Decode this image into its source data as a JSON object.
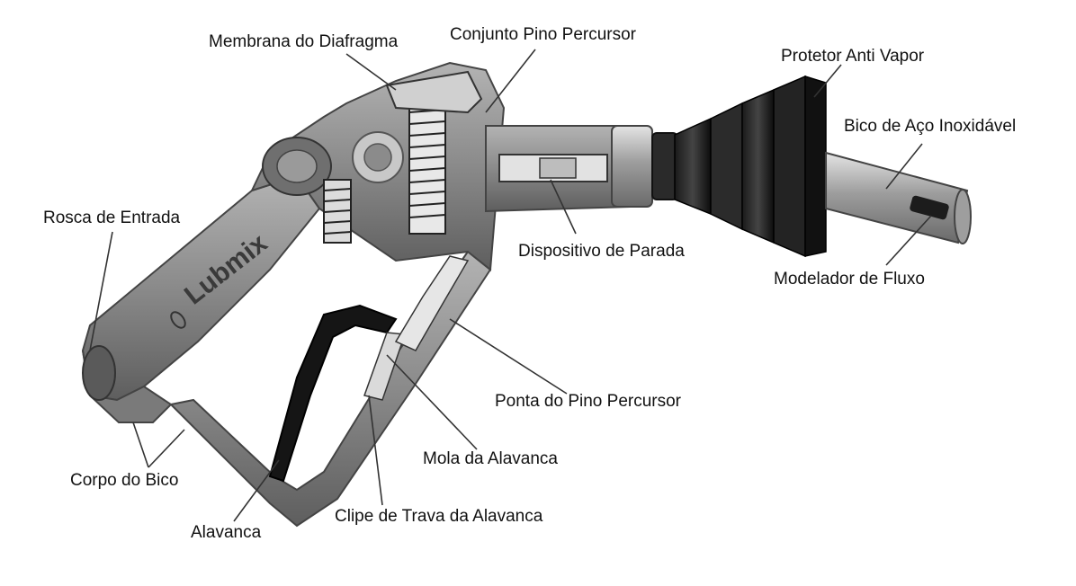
{
  "brand": "Lubmix",
  "labels": {
    "membrana_diafragma": "Membrana do Diafragma",
    "conjunto_pino": "Conjunto Pino Percursor",
    "protetor_anti_vapor": "Protetor Anti Vapor",
    "bico_aco": "Bico de Aço Inoxidável",
    "rosca_entrada": "Rosca de Entrada",
    "dispositivo_parada": "Dispositivo de Parada",
    "modelador_fluxo": "Modelador de Fluxo",
    "ponta_pino": "Ponta do Pino Percursor",
    "mola_alavanca": "Mola da Alavanca",
    "corpo_bico": "Corpo do Bico",
    "clipe_trava": "Clipe de Trava da Alavanca",
    "alavanca": "Alavanca"
  }
}
